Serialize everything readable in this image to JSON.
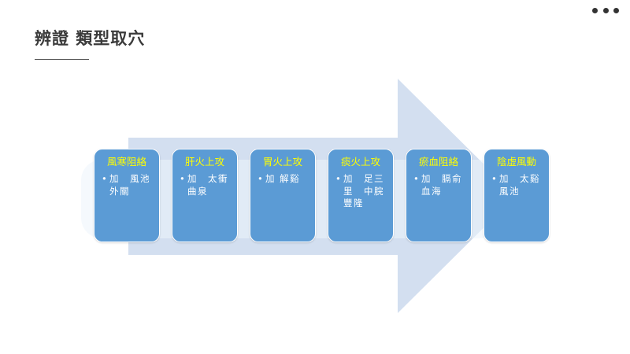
{
  "slide": {
    "title": "辨證 類型取穴",
    "menu_icon": "more-horizontal-icon"
  },
  "colors": {
    "card_fill": "#5b9bd5",
    "card_title": "#ffff00",
    "arrow_fill": "#d3dff0",
    "title_text": "#3a3a3a"
  },
  "process": [
    {
      "title": "風寒阻絡",
      "item": "加　風池\n外關"
    },
    {
      "title": "肝火上攻",
      "item": "加　太衝\n曲泉"
    },
    {
      "title": "胃火上攻",
      "item": "加 解谿"
    },
    {
      "title": "痰火上攻",
      "item": "加　足三\n里　中脘\n豐隆"
    },
    {
      "title": "瘀血阻絡",
      "item": "加　膈俞\n血海"
    },
    {
      "title": "陰虛風動",
      "item": "加　太谿\n風池"
    }
  ]
}
